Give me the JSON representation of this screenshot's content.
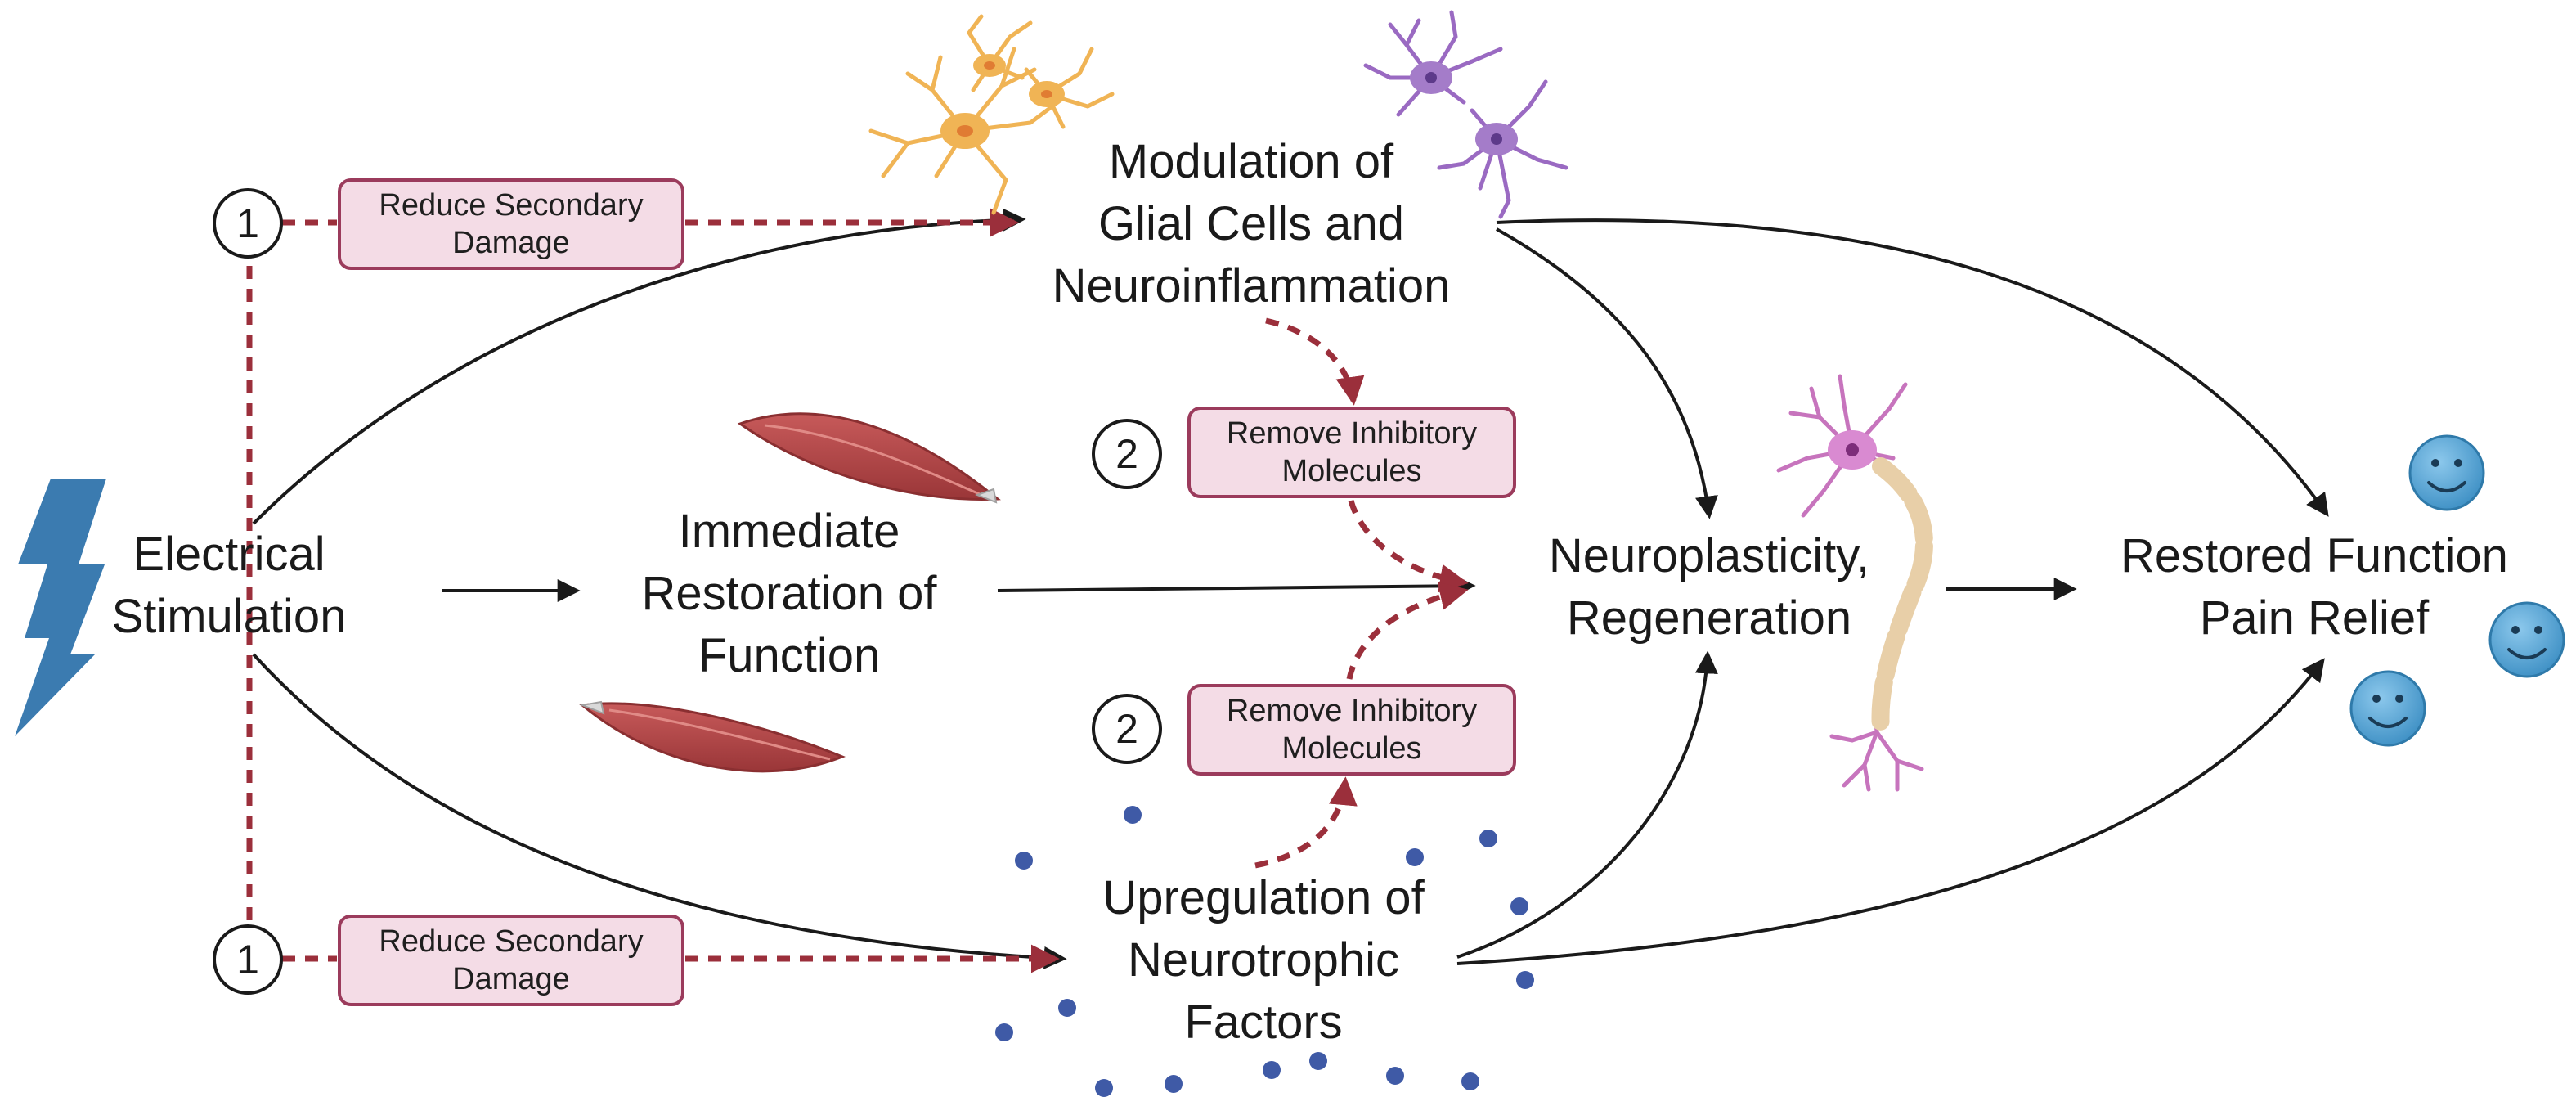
{
  "nodes": {
    "electrical_stimulation": [
      "Electrical",
      "Stimulation"
    ],
    "immediate_restoration": [
      "Immediate",
      "Restoration of",
      "Function"
    ],
    "glial_modulation": [
      "Modulation of",
      "Glial Cells and",
      "Neuroinflammation"
    ],
    "neuroplasticity": [
      "Neuroplasticity,",
      "Regeneration"
    ],
    "neurotrophic": [
      "Upregulation of",
      "Neurotrophic",
      "Factors"
    ],
    "restored": [
      "Restored Function",
      "Pain Relief"
    ]
  },
  "tags": {
    "reduce_top": [
      "Reduce Secondary",
      "Damage"
    ],
    "remove_top": [
      "Remove Inhibitory",
      "Molecules"
    ],
    "remove_bottom": [
      "Remove Inhibitory",
      "Molecules"
    ],
    "reduce_bottom": [
      "Reduce Secondary",
      "Damage"
    ]
  },
  "markers": {
    "m1_top": "1",
    "m2_top": "2",
    "m2_bottom": "2",
    "m1_bottom": "1"
  },
  "colors": {
    "arrow": "#1a1a1a",
    "dashed": "#9b2f3b",
    "tag_fill": "#f4dce6",
    "tag_border": "#9b3b5c",
    "lightning": "#3b7bb0",
    "muscle": "#b84a4c",
    "glia_orange": "#f0b455",
    "neuron_purple": "#9a6ac2",
    "neuron_magenta": "#c774bd",
    "myelin": "#e8cfa8",
    "dots": "#3f5aa6",
    "smiley": "#5aa7d6"
  },
  "icons": [
    "lightning-bolt-icon",
    "muscle-icon",
    "glial-cell-icon",
    "neuron-icon",
    "myelinated-neuron-icon",
    "neurotrophic-dot-icon",
    "smiley-face-icon"
  ]
}
